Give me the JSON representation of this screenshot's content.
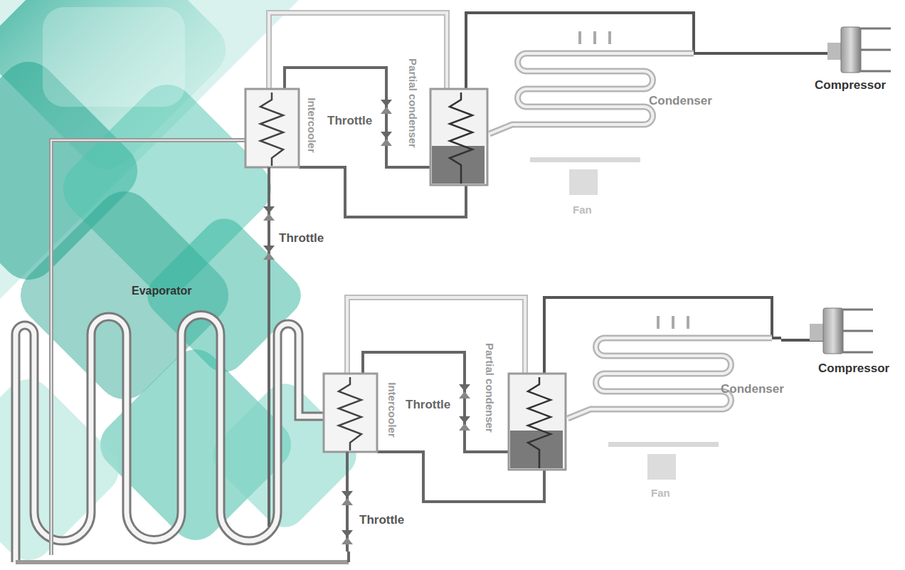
{
  "diagram": {
    "labels": [
      "Compressor",
      "Condenser",
      "Partial condenser",
      "Intercooler",
      "Throttle",
      "Fan",
      "Throttle",
      "Evaporator",
      "Compressor",
      "Condenser",
      "Partial condenser",
      "Intercooler",
      "Throttle",
      "Fan",
      "Throttle"
    ]
  }
}
